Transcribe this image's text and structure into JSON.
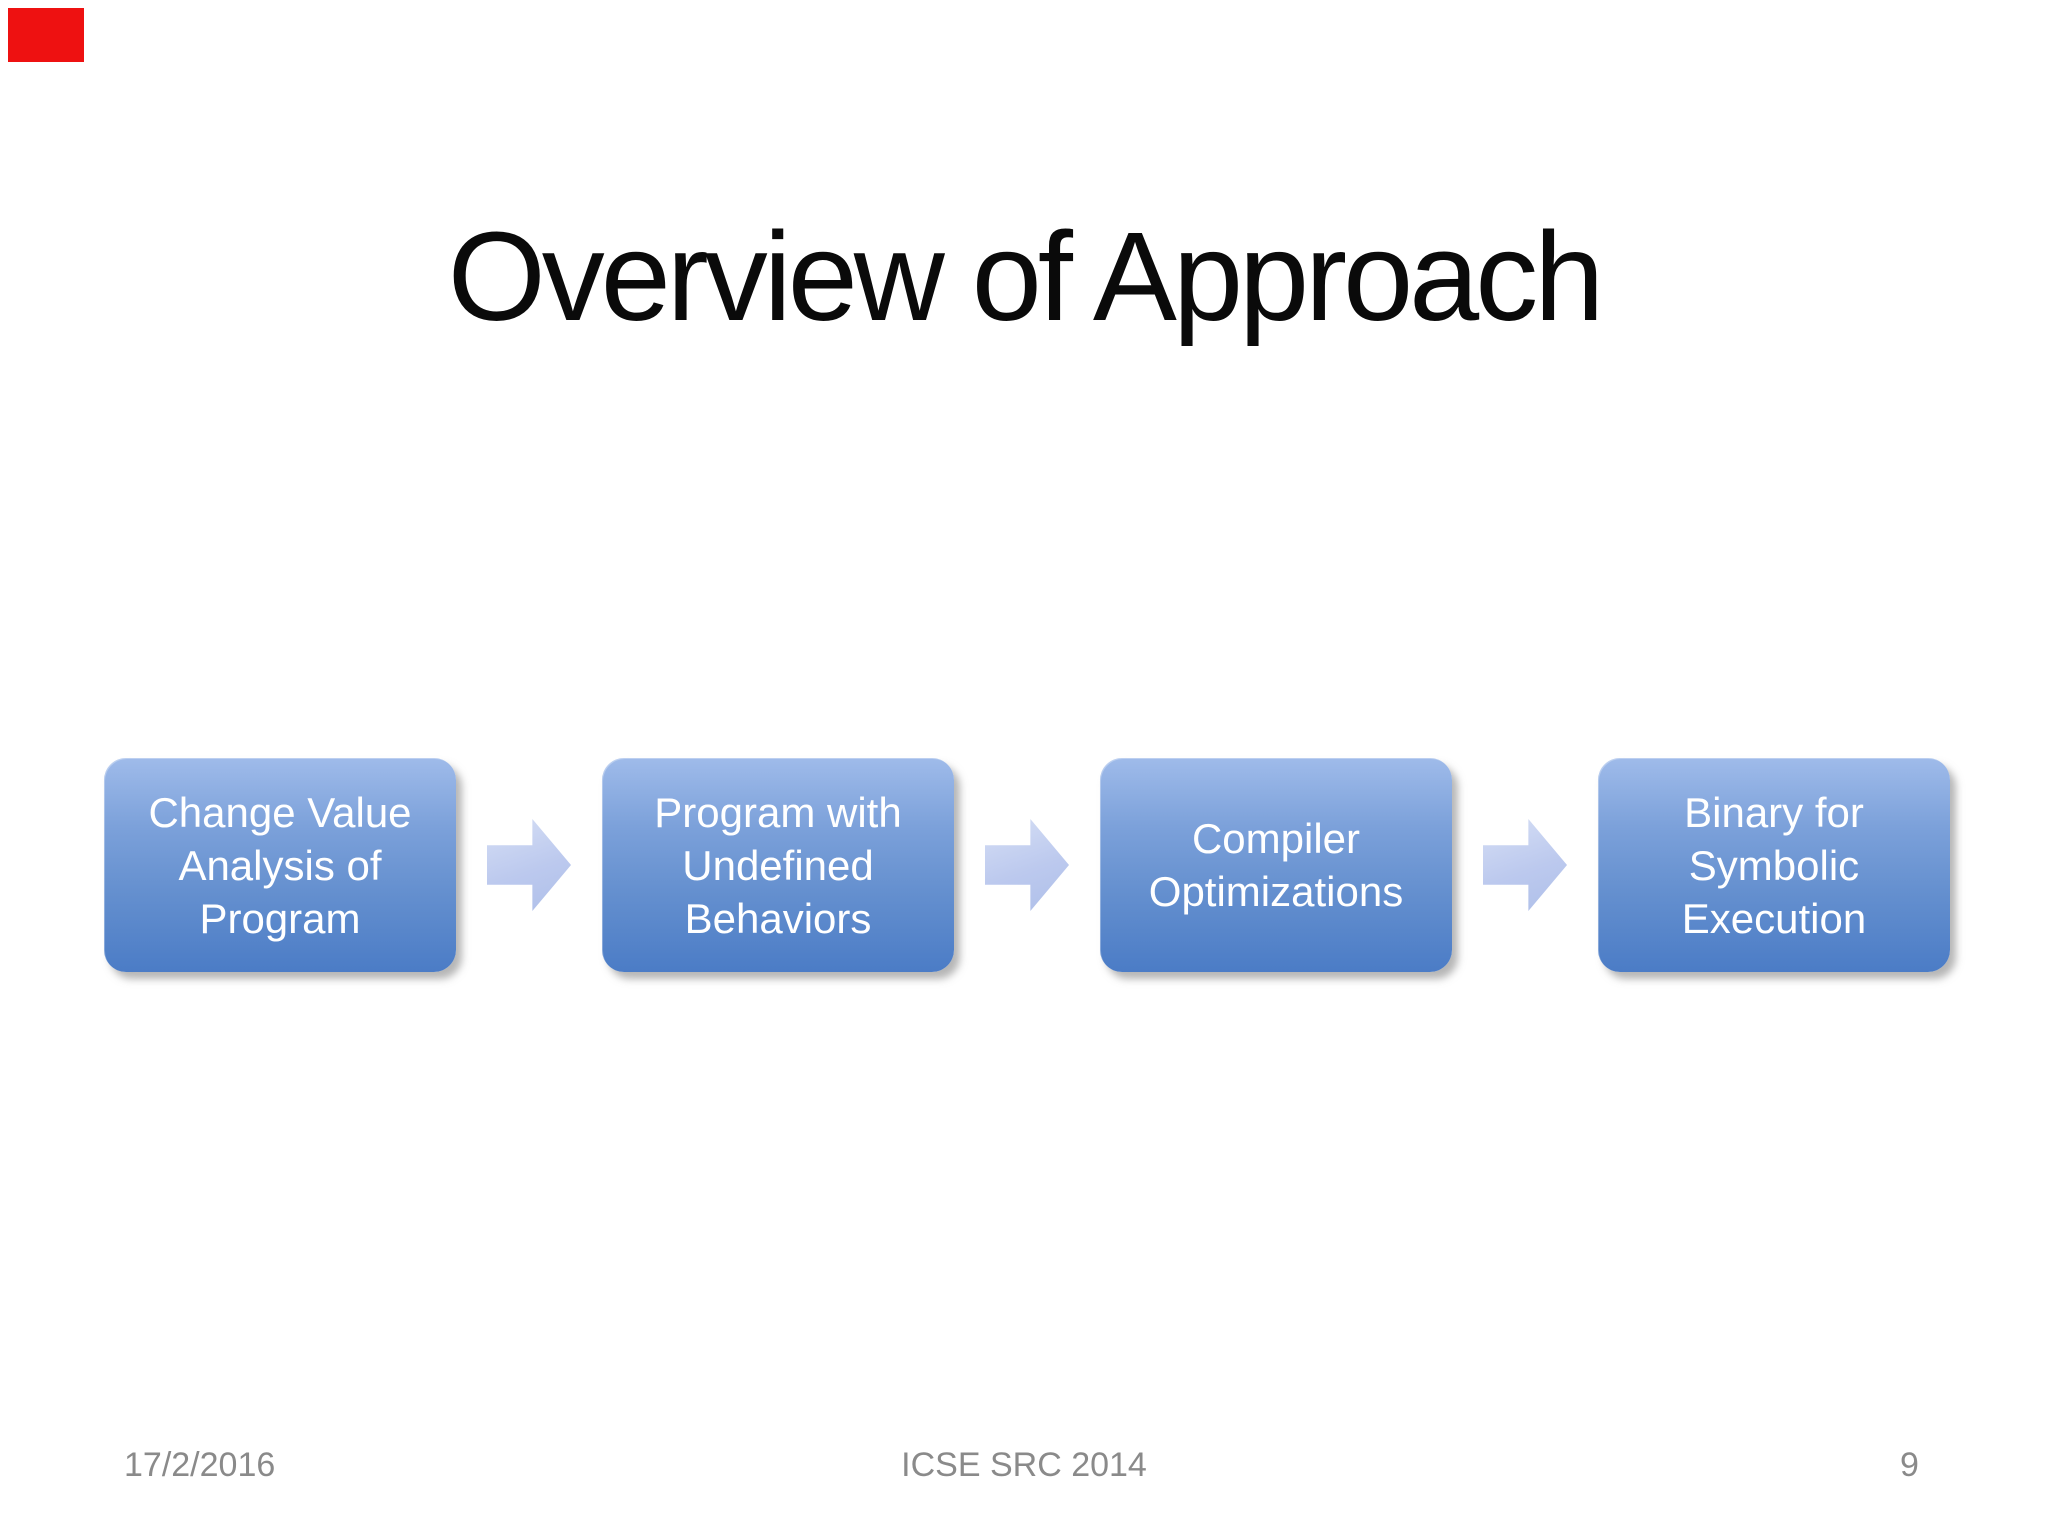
{
  "slide": {
    "title": "Overview of Approach",
    "flow": {
      "steps": [
        {
          "label": "Change Value\nAnalysis of\nProgram"
        },
        {
          "label": "Program with\nUndefined\nBehaviors"
        },
        {
          "label": "Compiler\nOptimizations"
        },
        {
          "label": "Binary for\nSymbolic\nExecution"
        }
      ]
    },
    "footer": {
      "date": "17/2/2016",
      "center": "ICSE SRC 2014",
      "page_number": "9"
    },
    "colors": {
      "box_gradient_top": "#9fbbea",
      "box_gradient_bottom": "#4b7cc6",
      "arrow_fill": "#bcc9ee",
      "box_text": "#ffffff",
      "title_text": "#0a0a0a",
      "footer_text": "#8a8a8a",
      "red_marker": "#ee1111",
      "background": "#ffffff"
    }
  }
}
